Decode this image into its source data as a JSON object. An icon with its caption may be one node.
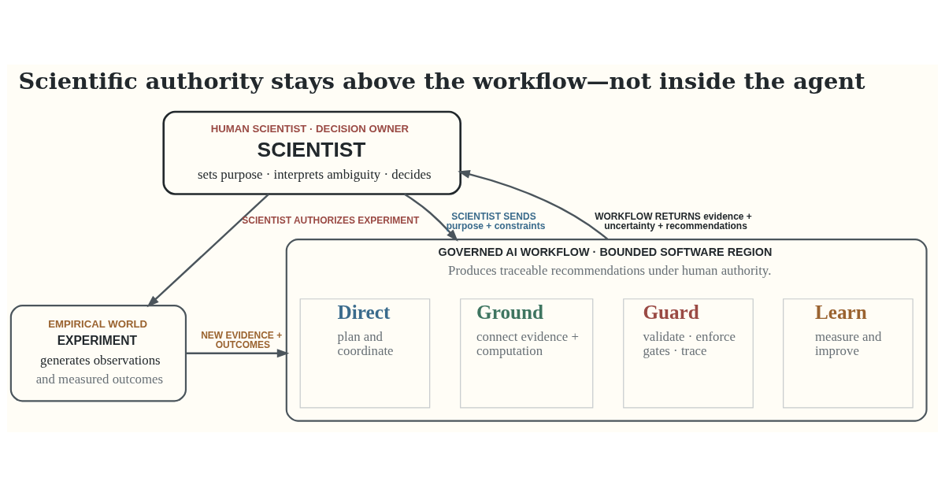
{
  "diagram": {
    "title": "Scientific authority stays above the workflow—not inside the agent",
    "nodes": [
      {
        "text": [
          "HUMAN SCIENTIST · DECISION OWNER",
          "SCIENTIST",
          "sets purpose · interprets ambiguity · decides"
        ]
      },
      {
        "text": [
          "GOVERNED AI WORKFLOW · BOUNDED SOFTWARE REGION",
          "Produces traceable recommendations under human authority."
        ]
      },
      {
        "text": [
          "Direct",
          "plan and coordinate"
        ],
        "in": 1
      },
      {
        "text": [
          "Ground",
          "connect evidence + computation"
        ],
        "in": 1
      },
      {
        "text": [
          "Guard",
          "validate · enforce gates · trace"
        ],
        "in": 1
      },
      {
        "text": [
          "Learn",
          "measure and improve"
        ],
        "in": 1
      },
      {
        "text": [
          "EMPIRICAL WORLD",
          "EXPERIMENT",
          "generates observations",
          "and measured outcomes"
        ]
      }
    ],
    "edges": [
      {
        "from": 0,
        "to": 6,
        "arrow": "to",
        "label": "SCIENTIST AUTHORIZES EXPERIMENT"
      },
      {
        "from": 0,
        "to": 1,
        "arrow": "to",
        "label": "SCIENTIST SENDS purpose + constraints"
      },
      {
        "from": 1,
        "to": 0,
        "arrow": "to",
        "label": "WORKFLOW RETURNS evidence + uncertainty + recommendations"
      },
      {
        "from": 6,
        "to": 1,
        "arrow": "to",
        "label": "NEW EVIDENCE + OUTCOMES"
      }
    ]
  }
}
